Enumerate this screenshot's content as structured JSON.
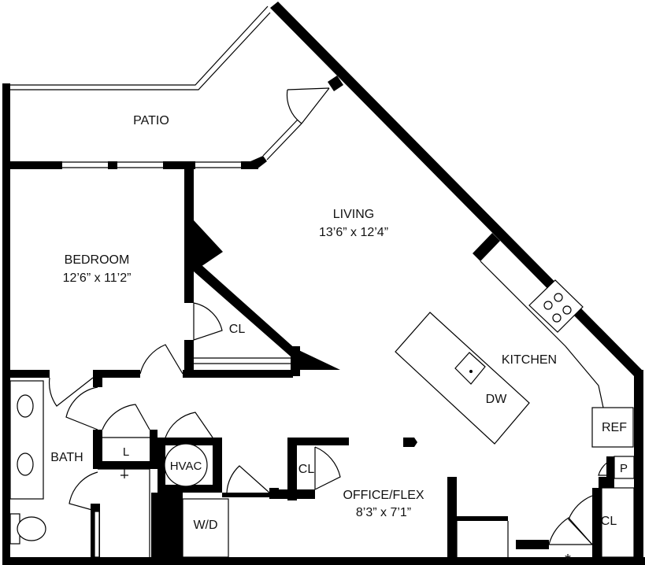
{
  "rooms": {
    "patio": {
      "name": "PATIO"
    },
    "living": {
      "name": "LIVING",
      "dims": "13’6” x 12’4”"
    },
    "bedroom": {
      "name": "BEDROOM",
      "dims": "12’6” x 11’2”"
    },
    "bedroom_closet": {
      "name": "CL"
    },
    "kitchen": {
      "name": "KITCHEN"
    },
    "dishwasher": {
      "name": "DW"
    },
    "refrigerator": {
      "name": "REF"
    },
    "pantry": {
      "name": "P"
    },
    "entry_closet": {
      "name": "CL"
    },
    "bath": {
      "name": "BATH"
    },
    "linen": {
      "name": "L"
    },
    "hvac": {
      "name": "HVAC"
    },
    "laundry": {
      "name": "W/D"
    },
    "office_closet": {
      "name": "CL"
    },
    "office": {
      "name": "OFFICE/FLEX",
      "dims": "8’3” x 7’1”"
    },
    "entry_marker": {
      "name": "*"
    }
  }
}
